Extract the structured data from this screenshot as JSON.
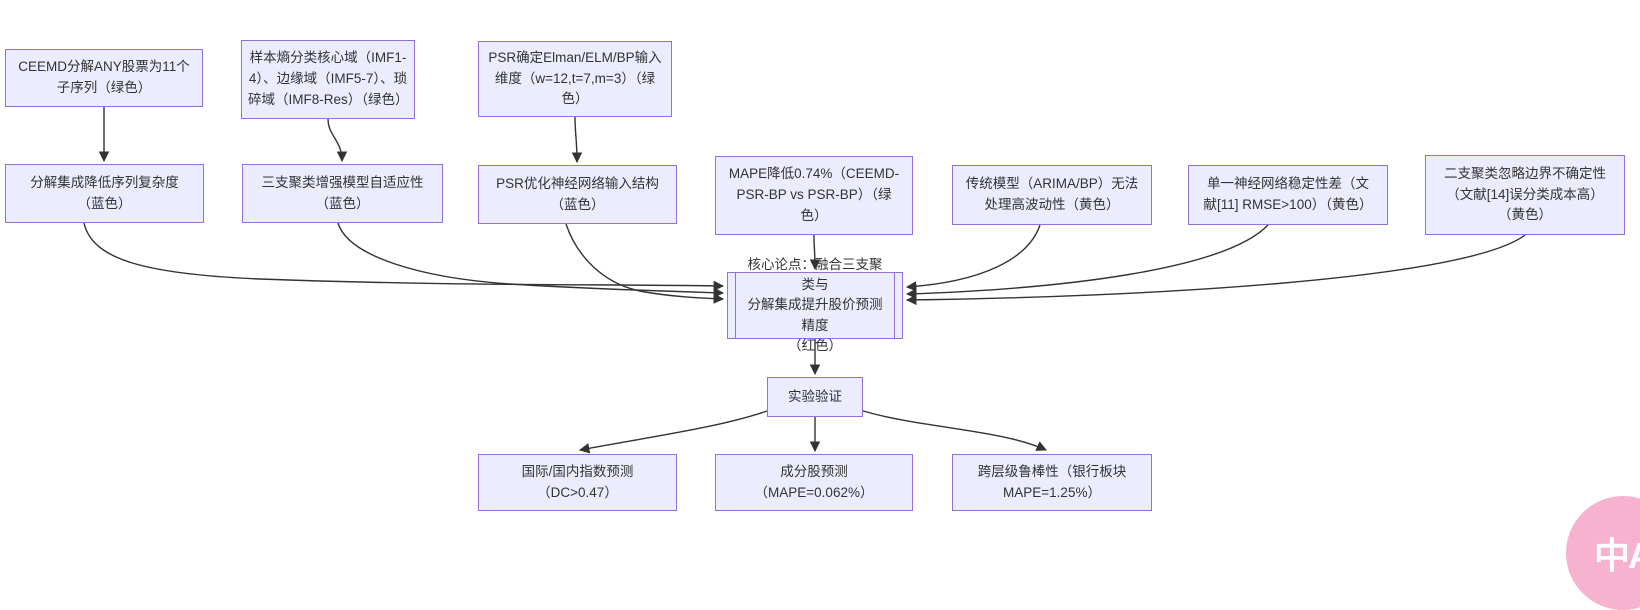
{
  "nodes": {
    "ceemd": "CEEMD分解ANY股票为11个\n子序列（绿色）",
    "entropy": "样本熵分类核心域（IMF1-\n4）、边缘域（IMF5-7）、琐\n碎域（IMF8-Res）（绿色）",
    "psr_dim": "PSR确定Elman/ELM/BP输入\n维度（w=12,t=7,m=3）（绿\n色）",
    "decomp": "分解集成降低序列复杂度\n（蓝色）",
    "twc": "三支聚类增强模型自适应性\n（蓝色）",
    "psr_opt": "PSR优化神经网络输入结构\n（蓝色）",
    "mape": "MAPE降低0.74%（CEEMD-\nPSR-BP vs PSR-BP）（绿\n色）",
    "trad": "传统模型（ARIMA/BP）无法\n处理高波动性（黄色）",
    "single_nn": "单一神经网络稳定性差（文\n献[11] RMSE>100）（黄色）",
    "two_way": "二支聚类忽略边界不确定性\n（文献[14]误分类成本高）\n（黄色）",
    "core": "核心论点：融合三支聚类与\n分解集成提升股价预测精度\n（红色）",
    "exp": "实验验证",
    "index_pred": "国际/国内指数预测\n（DC>0.47）",
    "stock_pred": "成分股预测\n（MAPE=0.062%）",
    "robustness": "跨层级鲁棒性（银行板块\nMAPE=1.25%）"
  },
  "badge": {
    "label": "中A"
  },
  "colors": {
    "node_fill": "#ECECFF",
    "node_border": "#9370DB",
    "edge": "#333333",
    "text": "#333333",
    "badge_pink": "#F7B2CF",
    "badge_text": "#FFFFFF",
    "background": "#FFFFFF"
  }
}
